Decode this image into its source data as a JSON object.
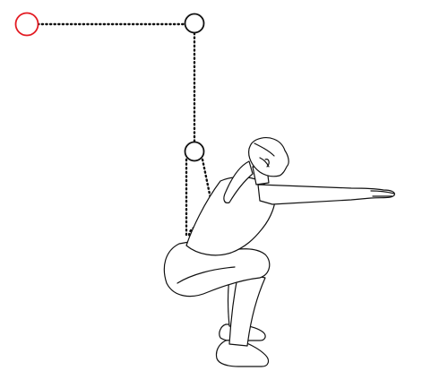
{
  "diagram": {
    "subject": "squat-exercise-illustration",
    "colors": {
      "background": "#ffffff",
      "line": "#111111",
      "highlight": "#e31b23"
    },
    "nodes": [
      {
        "id": "start",
        "state": "highlighted"
      },
      {
        "id": "corner",
        "state": "normal"
      },
      {
        "id": "hip",
        "state": "normal"
      }
    ]
  }
}
